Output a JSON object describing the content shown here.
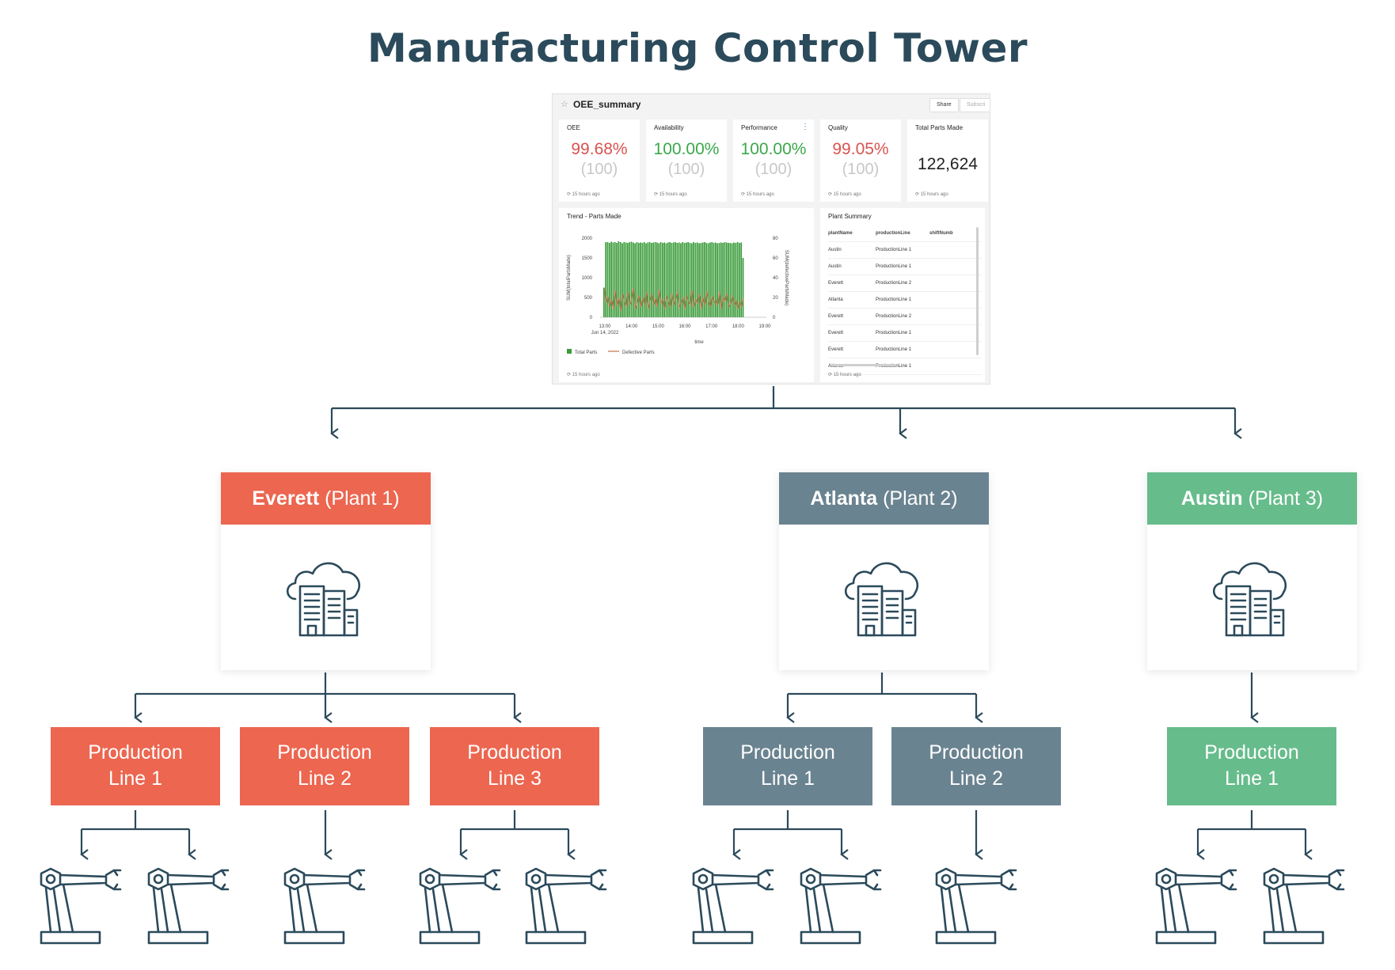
{
  "title": "Manufacturing Control Tower",
  "colors": {
    "everett": "#ec6650",
    "atlanta": "#6a8390",
    "austin": "#66bc8b",
    "ink": "#2b4a5b"
  },
  "dashboard": {
    "name": "OEE_summary",
    "share_label": "Share",
    "subscribe_label": "Subscri",
    "kpis": [
      {
        "label": "OEE",
        "value": "99.68%",
        "target": "(100)",
        "updated": "⟳ 15 hours ago",
        "value_color": "#d9534f"
      },
      {
        "label": "Availability",
        "value": "100.00%",
        "target": "(100)",
        "updated": "⟳ 15 hours ago",
        "value_color": "#3aa84a"
      },
      {
        "label": "Performance",
        "value": "100.00%",
        "target": "(100)",
        "updated": "⟳ 15 hours ago",
        "value_color": "#3aa84a"
      },
      {
        "label": "Quality",
        "value": "99.05%",
        "target": "(100)",
        "updated": "⟳ 15 hours ago",
        "value_color": "#d9534f"
      },
      {
        "label": "Total Parts Made",
        "value": "122,624",
        "updated": "⟳ 15 hours ago"
      }
    ],
    "trend": {
      "title": "Trend - Parts Made",
      "updated": "⟳ 15 hours ago"
    },
    "plant_summary": {
      "title": "Plant Summary",
      "columns": [
        "plantName",
        "productionLine",
        "shiftNumb"
      ],
      "rows": [
        [
          "Austin",
          "ProductionLine 1",
          ""
        ],
        [
          "Austin",
          "ProductionLine 1",
          ""
        ],
        [
          "Everett",
          "ProductionLine 2",
          ""
        ],
        [
          "Atlanta",
          "ProductionLine 1",
          ""
        ],
        [
          "Everett",
          "ProductionLine 2",
          ""
        ],
        [
          "Everett",
          "ProductionLine 1",
          ""
        ],
        [
          "Everett",
          "ProductionLine 1",
          ""
        ],
        [
          "Atlanta",
          "ProductionLine 1",
          ""
        ]
      ],
      "updated": "⟳ 15 hours ago"
    }
  },
  "chart_data": {
    "type": "bar",
    "title": "Trend - Parts Made",
    "xlabel": "time",
    "ylabel": "SUM(totalPartsMade)",
    "y2label": "SUM(defectivePartsMade)",
    "x_ticks": [
      "13:00",
      "14:00",
      "15:00",
      "16:00",
      "17:00",
      "18:00",
      "19:00"
    ],
    "x_subtick": "Jun 14, 2022",
    "y_ticks": [
      "0",
      "500",
      "1000",
      "1500",
      "2000"
    ],
    "y2_ticks": [
      "0",
      "20",
      "40",
      "60",
      "80"
    ],
    "ylim": [
      0,
      2000
    ],
    "y2lim": [
      0,
      80
    ],
    "legend_position": "bottom-left",
    "series": [
      {
        "name": "Total Parts",
        "type": "bar",
        "color": "#3a9b3a",
        "values": [
          750,
          1900,
          1900,
          1880,
          1910,
          1890,
          1900,
          1880,
          1920,
          1900,
          1870,
          1900,
          1890,
          1880,
          1900,
          1910,
          1890,
          1870,
          1900,
          1880,
          1890,
          1880,
          1900,
          1870,
          1890,
          1900,
          1880,
          1890,
          1900,
          1890,
          1870,
          1900,
          1880,
          1890,
          1870,
          1890,
          1900,
          1880,
          1890,
          1900,
          1880,
          1890,
          1870,
          1900,
          1880,
          1890,
          1900,
          1880,
          1870,
          1900,
          1880,
          1890,
          1870,
          1880,
          1890,
          1900,
          1880,
          1870,
          1890,
          1900,
          1880,
          1890,
          1870,
          1880,
          1890,
          1880,
          1900,
          1890,
          1880,
          1880,
          1870,
          1890,
          1880,
          1900,
          1880,
          1890,
          1500
        ]
      },
      {
        "name": "Defective Parts",
        "type": "line",
        "color": "#c0704a",
        "axis": "y2",
        "values": [
          30,
          14,
          22,
          10,
          18,
          8,
          28,
          12,
          20,
          6,
          24,
          16,
          10,
          26,
          12,
          18,
          30,
          8,
          14,
          22,
          10,
          20,
          12,
          26,
          8,
          16,
          24,
          12,
          20,
          10,
          28,
          14,
          18,
          8,
          22,
          16,
          10,
          24,
          12,
          18,
          26,
          10,
          14,
          20,
          8,
          22,
          16,
          12,
          28,
          10,
          18,
          14,
          24,
          8,
          20,
          12,
          26,
          16,
          10,
          22,
          14,
          18,
          12,
          26,
          8,
          20,
          16,
          24,
          10,
          14,
          22,
          12,
          18,
          8,
          16,
          10,
          20
        ]
      }
    ]
  },
  "plants": [
    {
      "name": "Everett",
      "suffix": " (Plant 1)",
      "lines": [
        {
          "line1": "Production",
          "line2": "Line 1"
        },
        {
          "line1": "Production",
          "line2": "Line 2"
        },
        {
          "line1": "Production",
          "line2": "Line 3"
        }
      ]
    },
    {
      "name": "Atlanta",
      "suffix": " (Plant 2)",
      "lines": [
        {
          "line1": "Production",
          "line2": "Line 1"
        },
        {
          "line1": "Production",
          "line2": "Line 2"
        }
      ]
    },
    {
      "name": "Austin",
      "suffix": " (Plant 3)",
      "lines": [
        {
          "line1": "Production",
          "line2": "Line 1"
        }
      ]
    }
  ]
}
